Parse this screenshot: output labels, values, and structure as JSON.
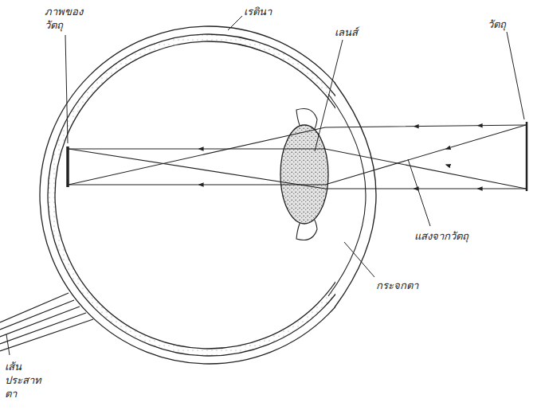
{
  "diagram": {
    "labels": [
      "ภาพของ วัตถุ",
      "เรตินา",
      "เลนส์",
      "วัตถุ",
      "แสงจากวัตถุ",
      "กระจกตา",
      "เส้น ประสาท ตา"
    ]
  }
}
